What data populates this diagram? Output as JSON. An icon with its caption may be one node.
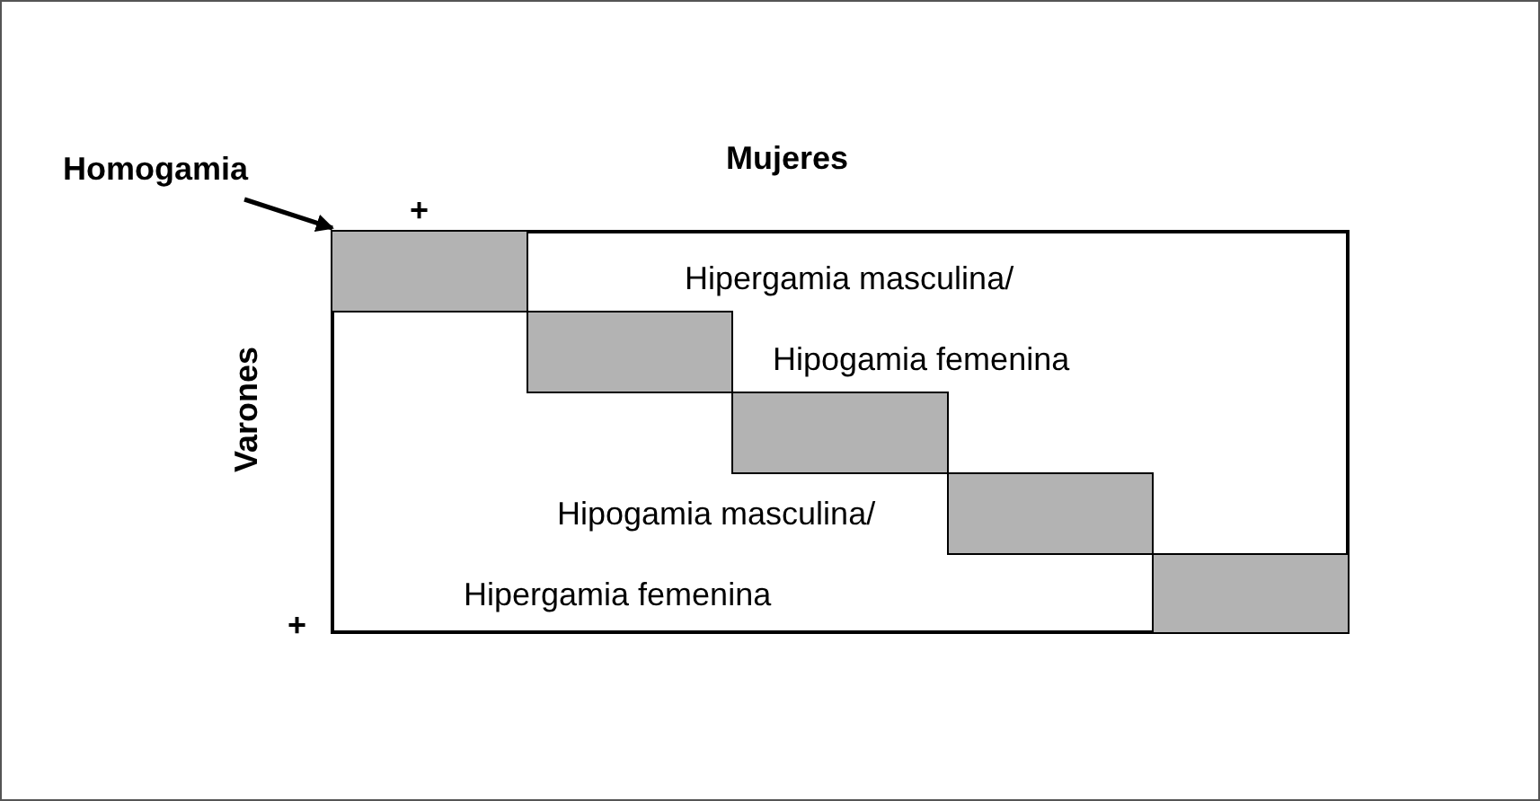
{
  "diagram": {
    "nodes": [
      {
        "text": [
          "Homogamia"
        ]
      },
      {
        "text": [],
        "shape": "box"
      },
      {
        "text": [],
        "shape": "box",
        "in": 1
      },
      {
        "text": [],
        "shape": "box",
        "in": 1
      },
      {
        "text": [],
        "shape": "box",
        "in": 1
      },
      {
        "text": [],
        "shape": "box",
        "in": 1
      },
      {
        "text": [],
        "shape": "box",
        "in": 1
      }
    ],
    "edges": [
      {
        "from": 0,
        "to": 2,
        "arrow": "to"
      }
    ],
    "labels": [
      "Mujeres",
      "+",
      "Varones",
      "Hipergamia masculina/",
      "Hipogamia femenina",
      "Hipogamia masculina/",
      "+",
      "Hipergamia femenina"
    ]
  }
}
